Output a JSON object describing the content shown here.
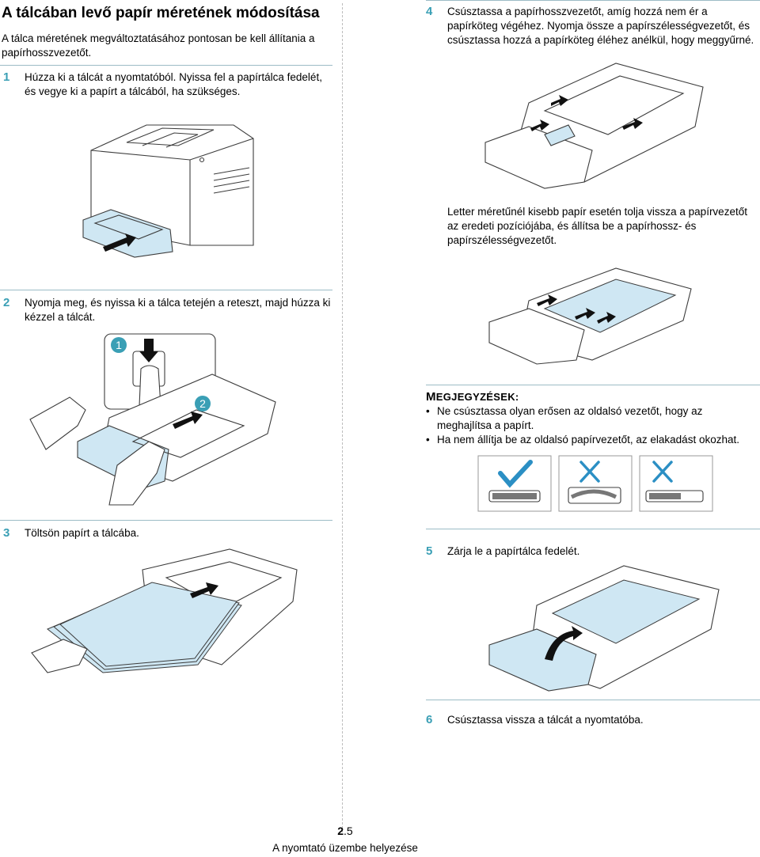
{
  "page": {
    "title": "A tálcában levő papír méretének módosítása",
    "intro": "A tálca méretének megváltoztatásához pontosan be kell állítania a papírhosszvezetőt."
  },
  "steps": [
    {
      "num": "1",
      "text": "Húzza ki a tálcát a nyomtatóból. Nyissa fel a papírtálca fedelét, és vegye ki a papírt a tálcából, ha szükséges."
    },
    {
      "num": "2",
      "text": "Nyomja meg, és nyissa ki a tálca tetején a reteszt, majd húzza ki kézzel a tálcát."
    },
    {
      "num": "3",
      "text": "Töltsön papírt a tálcába."
    },
    {
      "num": "4",
      "text": "Csúsztassa a papírhosszvezetőt, amíg hozzá nem ér a papírköteg végéhez. Nyomja össze a papírszélességvezetőt, és csúsztassa hozzá a papírköteg éléhez anélkül, hogy meggyűrné."
    },
    {
      "num": "5",
      "text": "Zárja le a papírtálca fedelét."
    },
    {
      "num": "6",
      "text": "Csúsztassa vissza a tálcát a nyomtatóba."
    }
  ],
  "letter_note": "Letter méretűnél kisebb papír esetén tolja vissza a papírvezetőt az eredeti pozíciójába, és állítsa be a papírhossz- és papírszélességvezetőt.",
  "notes": {
    "heading_initial": "M",
    "heading_rest": "EGJEGYZÉSEK:",
    "items": [
      "Ne csúsztassa olyan erősen az oldalsó vezetőt, hogy az meghajlítsa a papírt.",
      "Ha nem állítja be az oldalsó papírvezetőt, az elakadást okozhat."
    ]
  },
  "callouts": {
    "one": "1",
    "two": "2"
  },
  "footer": {
    "page_major": "2",
    "page_minor": ".5",
    "section": "A nyomtató üzembe helyezése"
  },
  "colors": {
    "accent": "#3a9fb5",
    "paper_blue": "#cfe7f3",
    "check_blue": "#2b8fc4"
  },
  "icons": [
    "check-icon",
    "cross-icon",
    "cross-icon"
  ]
}
